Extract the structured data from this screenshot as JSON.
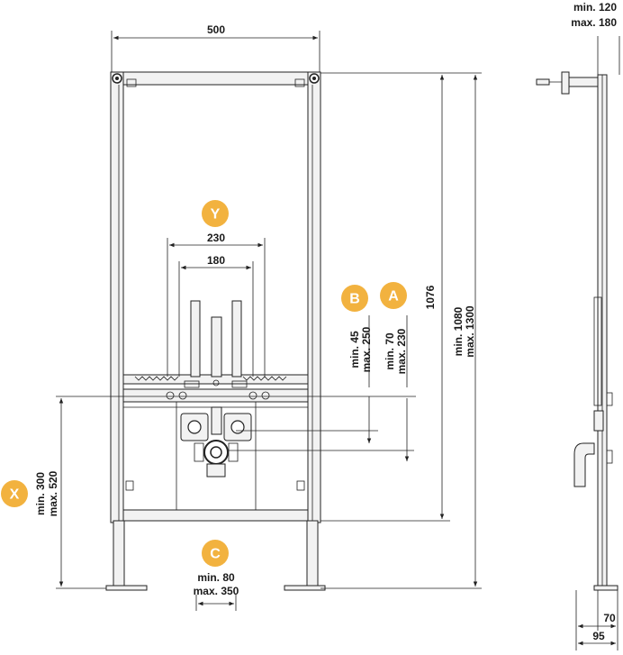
{
  "badges": {
    "color": "#f2b23f",
    "X": "X",
    "Y": "Y",
    "A": "A",
    "B": "B",
    "C": "C"
  },
  "dimensions": {
    "width_500": "500",
    "height_1076": "1076",
    "height_range_min": "min. 1080",
    "height_range_max": "max. 1300",
    "side_top_min": "min. 120",
    "side_top_max": "max. 180",
    "spacing_230": "230",
    "spacing_180": "180",
    "b_min": "min. 45",
    "b_max": "max. 250",
    "a_min": "min. 70",
    "a_max": "max. 230",
    "x_min": "min. 300",
    "x_max": "max. 520",
    "c_min": "min. 80",
    "c_max": "max. 350",
    "side_70": "70",
    "side_95": "95"
  }
}
